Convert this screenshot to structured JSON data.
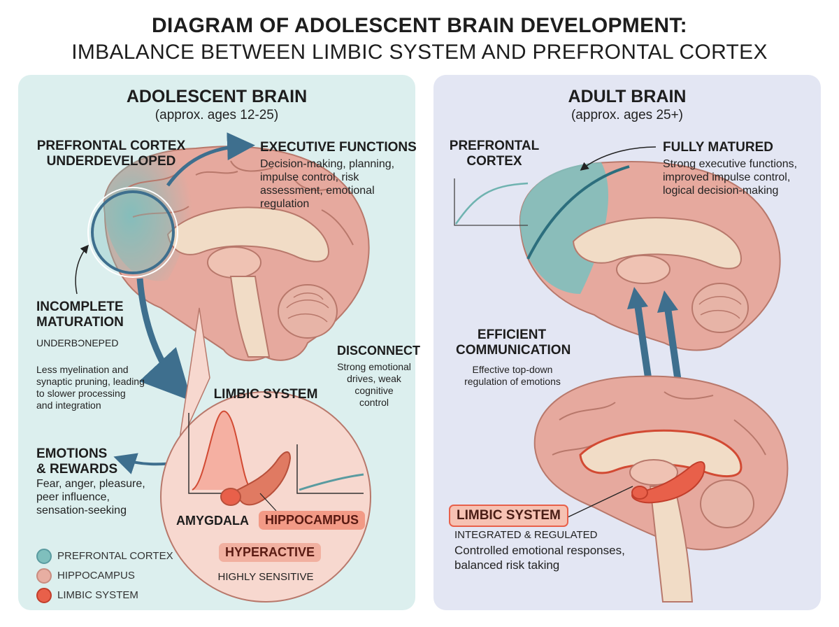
{
  "title": {
    "line1": "DIAGRAM OF ADOLESCENT BRAIN DEVELOPMENT:",
    "line2": "IMBALANCE BETWEEN LIMBIC SYSTEM AND PREFRONTAL CORTEX"
  },
  "adolescent": {
    "heading": "ADOLESCENT BRAIN",
    "ages": "(approx. ages 12-25)",
    "pfc_label_1": "PREFRONTAL CORTEX",
    "pfc_label_2": "UNDERDEVELOPED",
    "exec_title": "EXECUTIVE FUNCTIONS",
    "exec_body": [
      "Decision-making, planning,",
      "impulse control, risk",
      "assessment, emotional",
      "regulation"
    ],
    "incomplete_1": "INCOMPLETE",
    "incomplete_2": "MATURATION",
    "underdev_caption": "UNDERBƆNEPED",
    "myelin_body": [
      "Less myelination and",
      "synaptic pruning, leading",
      "to slower processing",
      "and integration"
    ],
    "disconnect_title": "DISCONNECT",
    "disconnect_body": [
      "Strong emotional",
      "drives, weak cognitive",
      "control"
    ],
    "limbic_title": "LIMBIC SYSTEM",
    "emotions_1": "EMOTIONS",
    "emotions_2": "& REWARDS",
    "emotions_body": [
      "Fear, anger, pleasure,",
      "peer influence,",
      "sensation-seeking"
    ],
    "amygdala": "AMYGDALA",
    "hippocampus": "HIPPOCAMPUS",
    "hyperactive": "HYPERACTIVE",
    "highly_sensitive": "HIGHLY SENSITIVE"
  },
  "legend": [
    {
      "label": "PREFRONTAL CORTEX",
      "color": "#7fbfbd"
    },
    {
      "label": "HIPPOCAMPUS",
      "color": "#e7aea2"
    },
    {
      "label": "LIMBIC SYSTEM",
      "color": "#e8604a"
    }
  ],
  "adult": {
    "heading": "ADULT BRAIN",
    "ages": "(approx. ages 25+)",
    "pfc_1": "PREFRONTAL",
    "pfc_2": "CORTEX",
    "matured_title": "FULLY MATURED",
    "matured_body": [
      "Strong executive functions,",
      "improved impulse control,",
      "logical decision-making"
    ],
    "efficient_1": "EFFICIENT",
    "efficient_2": "COMMUNICATION",
    "efficient_body": [
      "Effective top-down",
      "regulation of emotions"
    ],
    "limbic_title": "LIMBIC SYSTEM",
    "integrated": "INTEGRATED & REGULATED",
    "controlled_body": [
      "Controlled emotional responses,",
      "balanced risk taking"
    ]
  },
  "colors": {
    "teal": "#7fbfbd",
    "brain_pink": "#e6a99e",
    "limbic_red": "#e8604a",
    "arrow_blue": "#3e6f8e"
  }
}
